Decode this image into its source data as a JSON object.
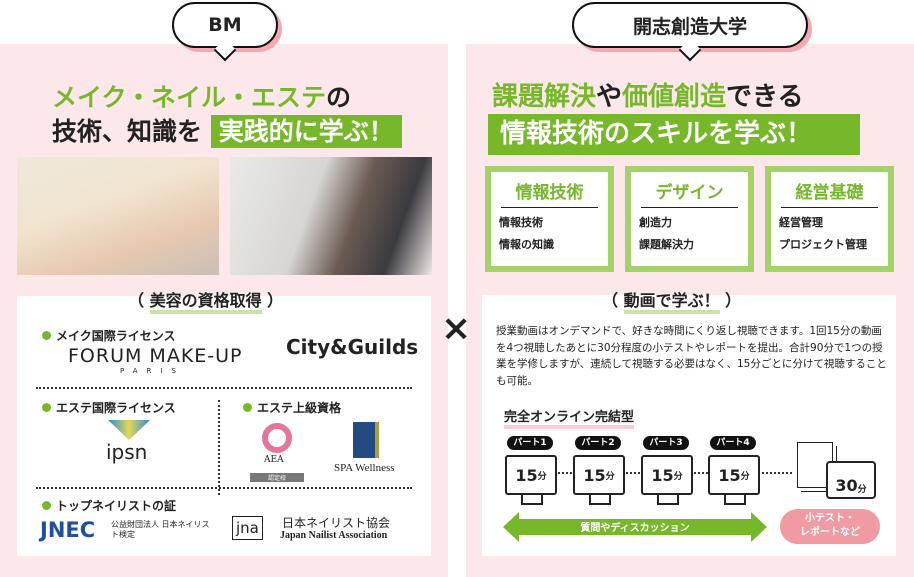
{
  "left": {
    "bubble": "BM",
    "headline1_green": "メイク・ネイル・エステ",
    "headline1_rest": "の",
    "headline2": "技術、知識を",
    "headline2_box": "実践的に学ぶ！",
    "cert_title": "美容の資格取得",
    "groups": [
      {
        "label": "メイク国際ライセンス",
        "logos": [
          "FORUM MAKE-UP",
          "PARIS",
          "City&Guilds"
        ]
      },
      {
        "label": "エステ国際ライセンス",
        "logos": [
          "ipsn"
        ]
      },
      {
        "label": "エステ上級資格",
        "logos": [
          "AEA",
          "認定校",
          "SPA Wellness"
        ]
      },
      {
        "label": "トップネイリストの証",
        "logos": [
          "JNEC",
          "公益財団法人 日本ネイリスト検定",
          "jna",
          "日本ネイリスト協会",
          "Japan Nailist Association"
        ]
      }
    ]
  },
  "cross": "×",
  "right": {
    "bubble": "開志創造大学",
    "h1_a": "課題解決",
    "h1_b": "や",
    "h1_c": "価値創造",
    "h1_d": "できる",
    "h2_box": "情報技術のスキルを学ぶ！",
    "skills": [
      {
        "title": "情報技術",
        "items": [
          "情報技術",
          "情報の知識"
        ]
      },
      {
        "title": "デザイン",
        "items": [
          "創造力",
          "課題解決力"
        ]
      },
      {
        "title": "経営基礎",
        "items": [
          "経営管理",
          "プロジェクト管理"
        ]
      }
    ],
    "video_title": "動画で学ぶ！",
    "video_text": "授業動画はオンデマンドで、好きな時間にくり返し視聴できます。1回15分の動画を4つ視聴したあとに30分程度の小テストやレポートを提出。合計90分で1つの授業を学修しますが、連続して視聴する必要はなく、15分ごとに分けて視聴することも可能。",
    "online_title": "完全オンライン完結型",
    "parts": [
      {
        "label": "パート1",
        "min": "15",
        "unit": "分"
      },
      {
        "label": "パート2",
        "min": "15",
        "unit": "分"
      },
      {
        "label": "パート3",
        "min": "15",
        "unit": "分"
      },
      {
        "label": "パート4",
        "min": "15",
        "unit": "分"
      }
    ],
    "test_min": "30",
    "test_unit": "分",
    "arrow_label": "質問やディスカッション",
    "test_label1": "小テスト・",
    "test_label2": "レポートなど"
  }
}
